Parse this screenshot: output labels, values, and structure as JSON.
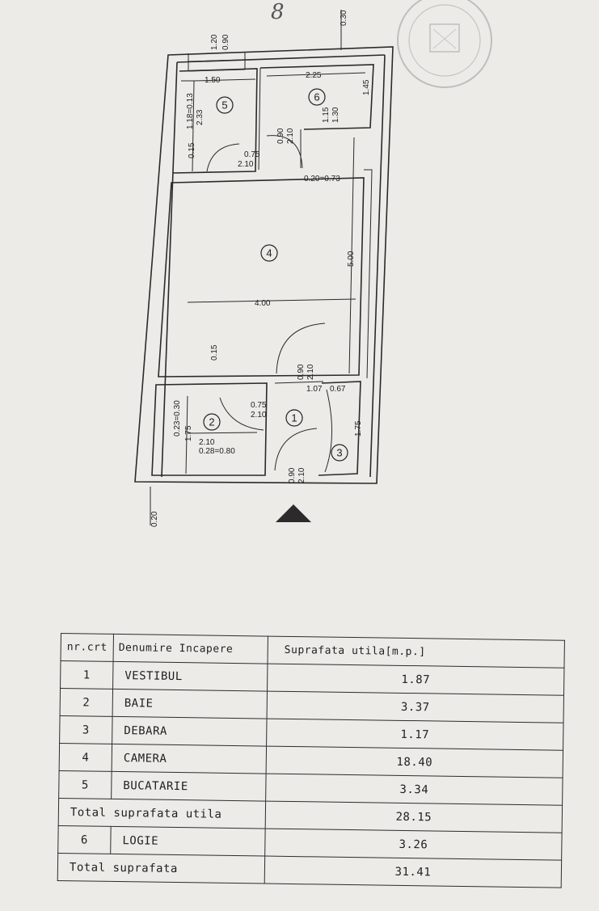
{
  "rooms": [
    {
      "num": "1",
      "name": "VESTIBUL",
      "area": "1.87"
    },
    {
      "num": "2",
      "name": "BAIE",
      "area": "3.37"
    },
    {
      "num": "3",
      "name": "DEBARA",
      "area": "1.17"
    },
    {
      "num": "4",
      "name": "CAMERA",
      "area": "18.40"
    },
    {
      "num": "5",
      "name": "BUCATARIE",
      "area": "3.34"
    },
    {
      "num": "6",
      "name": "LOGIE",
      "area": "3.26"
    }
  ],
  "table": {
    "col_nr": "nr.crt",
    "col_name": "Denumire Incapere",
    "col_area": "Suprafata utila[m.p.]",
    "total_useful_label": "Total suprafata utila",
    "total_useful": "28.15",
    "total_label": "Total suprafata",
    "total": "31.41"
  },
  "dims": {
    "d130": "1.30",
    "d120": "1.20",
    "d090": "0.90",
    "d030": "0.30",
    "d150": "1.50",
    "d225": "2.25",
    "d145": "1.45",
    "d118": "1.18=0.13",
    "d233": "2.33",
    "d015": "0.15",
    "d075": "0.75",
    "d210": "2.10",
    "d115": "1.15",
    "d020x": "0.20=0.73",
    "d500": "5.00",
    "d400": "4.00",
    "d107": "1.07",
    "d067": "0.67",
    "d023": "0.23=0.30",
    "d175": "1.75",
    "d028": "0.28=0.80",
    "d020": "0.20"
  },
  "scribble": "8"
}
